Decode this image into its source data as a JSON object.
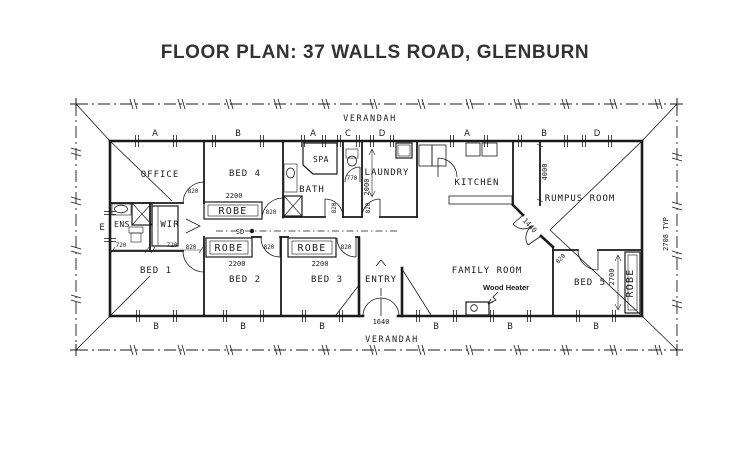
{
  "title": "FLOOR PLAN: 37 WALLS ROAD, GLENBURN",
  "plan": {
    "verandah_top": "VERANDAH",
    "verandah_bottom": "VERANDAH",
    "side_dim": "2708 TYP",
    "window_tags_top": [
      "A",
      "B",
      "A",
      "C",
      "D",
      "A",
      "B",
      "D"
    ],
    "window_tags_bottom": [
      "B",
      "B",
      "B",
      "B",
      "B",
      "B"
    ],
    "window_tag_left": "E",
    "rooms": {
      "office": "OFFICE",
      "bed4": "BED 4",
      "bath": "BATH",
      "spa": "SPA",
      "laundry": "LAUNDRY",
      "kitchen": "KITCHEN",
      "rumpus": "RUMPUS ROOM",
      "ens": "ENS",
      "wir": "WIR",
      "bed1": "BED 1",
      "bed2": "BED 2",
      "bed3": "BED 3",
      "entry": "ENTRY",
      "family": "FAMILY ROOM",
      "bed5": "BED 5"
    },
    "robes": {
      "bed4": "ROBE",
      "bed2": "ROBE",
      "bed3": "ROBE",
      "bed5": "ROBE"
    },
    "labels": {
      "sd": "SD",
      "wood_heater": "Wood Heater"
    },
    "dims": {
      "bed4_robe": "2200",
      "bed2_robe": "2200",
      "bed3_robe": "2200",
      "ens": "720",
      "wir": "720",
      "wc": "770",
      "laundry": "2000",
      "kitchen_wall": "4000",
      "hall_door": "1440",
      "entry_door": "1640",
      "bed5_robe": "2700",
      "door_office": "820",
      "door_bed4": "820",
      "door_bath": "820",
      "door_laundry": "820",
      "door_hall": "820",
      "door_bed2": "820",
      "door_bed3": "820",
      "door_bed5": "820"
    }
  }
}
